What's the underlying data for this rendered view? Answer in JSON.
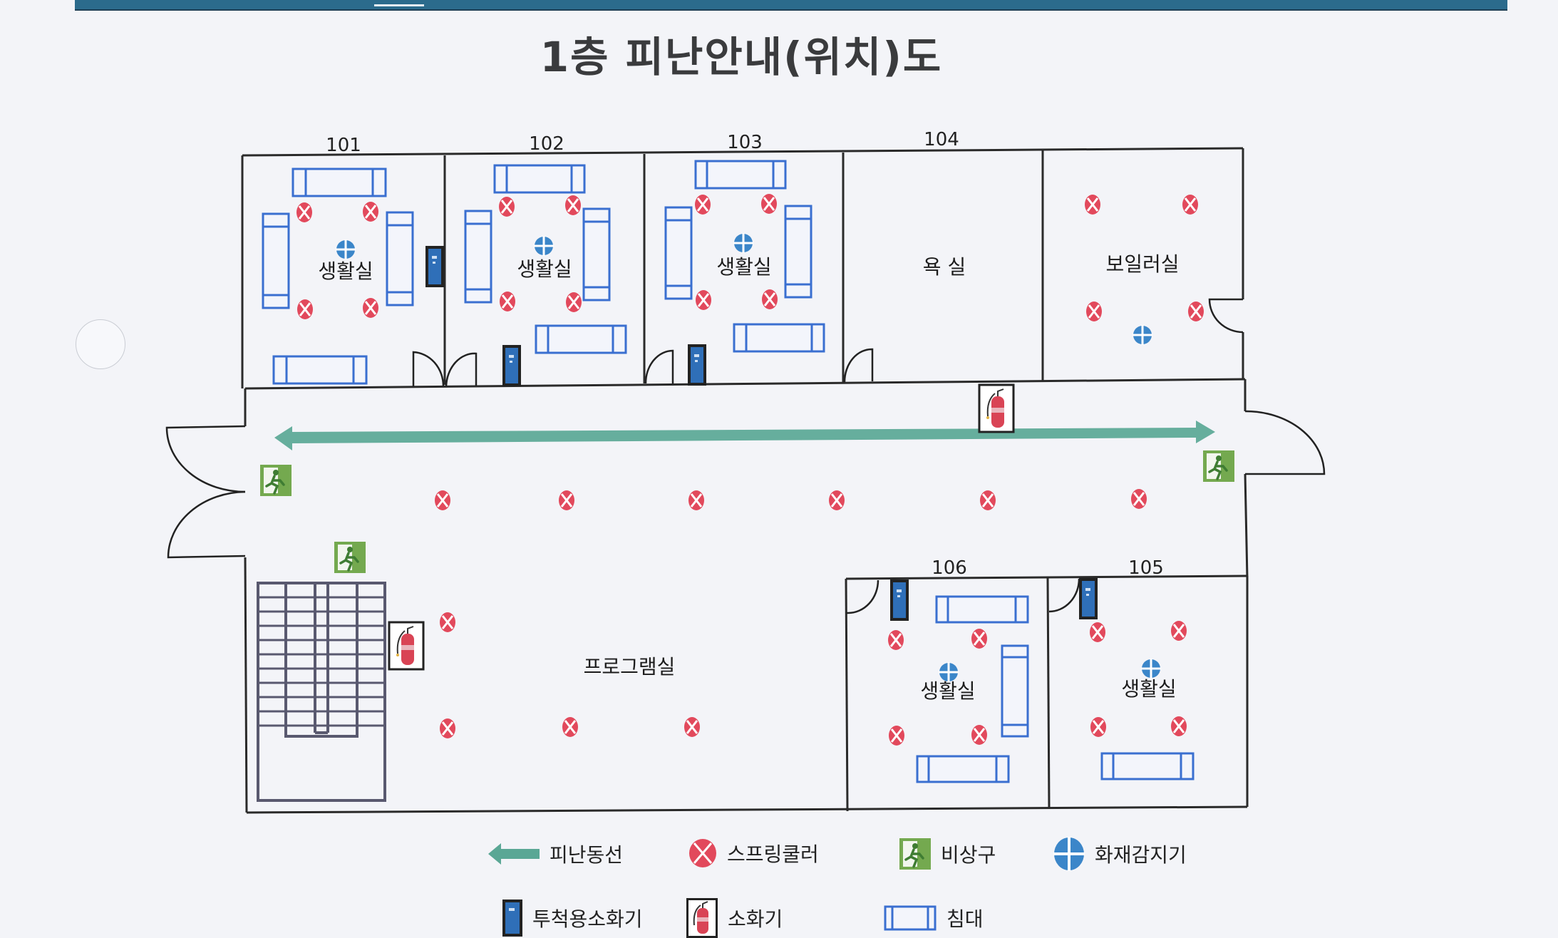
{
  "title": "1층 피난안내(위치)도",
  "colors": {
    "wall": "#2a2a2a",
    "bed": "#3a6fd0",
    "sprinkler": "#e2495c",
    "detector": "#3b86c9",
    "cabinet": "#1f5fa8",
    "exit_sign": "#6aa84f",
    "evac_arrow": "#5aa795",
    "extinguisher": "#d94455"
  },
  "rooms": [
    {
      "number": "101",
      "name": "생활실"
    },
    {
      "number": "102",
      "name": "생활실"
    },
    {
      "number": "103",
      "name": "생활실"
    },
    {
      "number": "104",
      "name": "욕 실"
    },
    {
      "number": "",
      "name": "보일러실"
    },
    {
      "number": "106",
      "name": "생활실"
    },
    {
      "number": "105",
      "name": "생활실"
    },
    {
      "number": "",
      "name": "프로그램실"
    }
  ],
  "legend": [
    {
      "icon": "evacuation-route-arrow-icon",
      "label": "피난동선"
    },
    {
      "icon": "sprinkler-icon",
      "label": "스프링쿨러"
    },
    {
      "icon": "emergency-exit-icon",
      "label": "비상구"
    },
    {
      "icon": "fire-detector-icon",
      "label": "화재감지기"
    },
    {
      "icon": "throwable-extinguisher-icon",
      "label": "투척용소화기"
    },
    {
      "icon": "fire-extinguisher-icon",
      "label": "소화기"
    },
    {
      "icon": "bed-icon",
      "label": "침대"
    }
  ]
}
